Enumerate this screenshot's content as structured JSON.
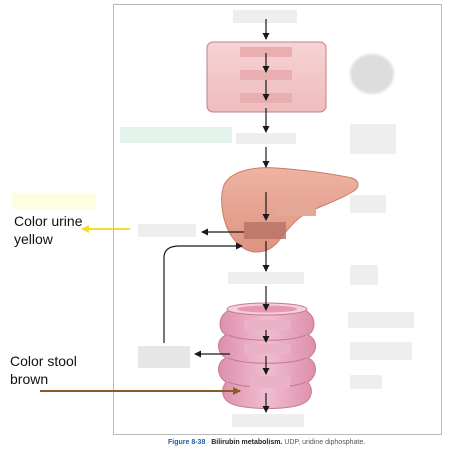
{
  "annotations": {
    "urine_label_line1": "Color urine",
    "urine_label_line2": "yellow",
    "stool_label_line1": "Color stool",
    "stool_label_line2": "brown"
  },
  "caption": {
    "figure_number": "Figure 8-38",
    "title": "Bilirubin metabolism.",
    "description": "UDP, uridine diphosphate."
  },
  "colors": {
    "rbc_fill": "#f2c6c6",
    "rbc_stroke": "#c27f84",
    "liver_fill": "#e5a08e",
    "liver_stroke": "#c97d6c",
    "intestine_fill": "#e8a4bc",
    "intestine_stroke": "#c47b95",
    "urine_arrow": "#f2dd2a",
    "stool_arrow": "#8a5a2b",
    "highlight_yellow": "#fffde0",
    "highlight_green": "#e3f4ec"
  }
}
